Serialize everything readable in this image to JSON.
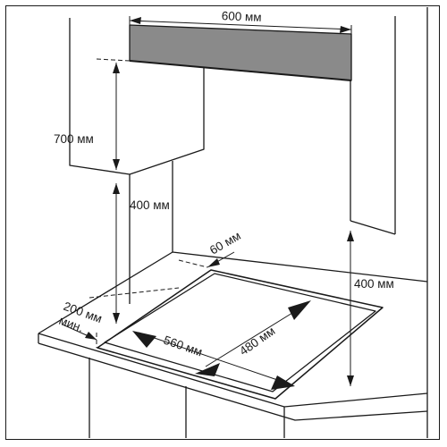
{
  "dimensions": {
    "hood_width": "600 мм",
    "cabinet_height": "700 мм",
    "wall_clearance_left": "400 мм",
    "back_gap": "60 мм",
    "side_gap": "200 мм",
    "side_gap_min": "мин.",
    "cutout_width": "560 мм",
    "cutout_depth": "480 мм",
    "wall_clearance_right": "400 мм"
  },
  "colors": {
    "line": "#1a1a1a",
    "hood_fill": "#8a8a8a"
  }
}
